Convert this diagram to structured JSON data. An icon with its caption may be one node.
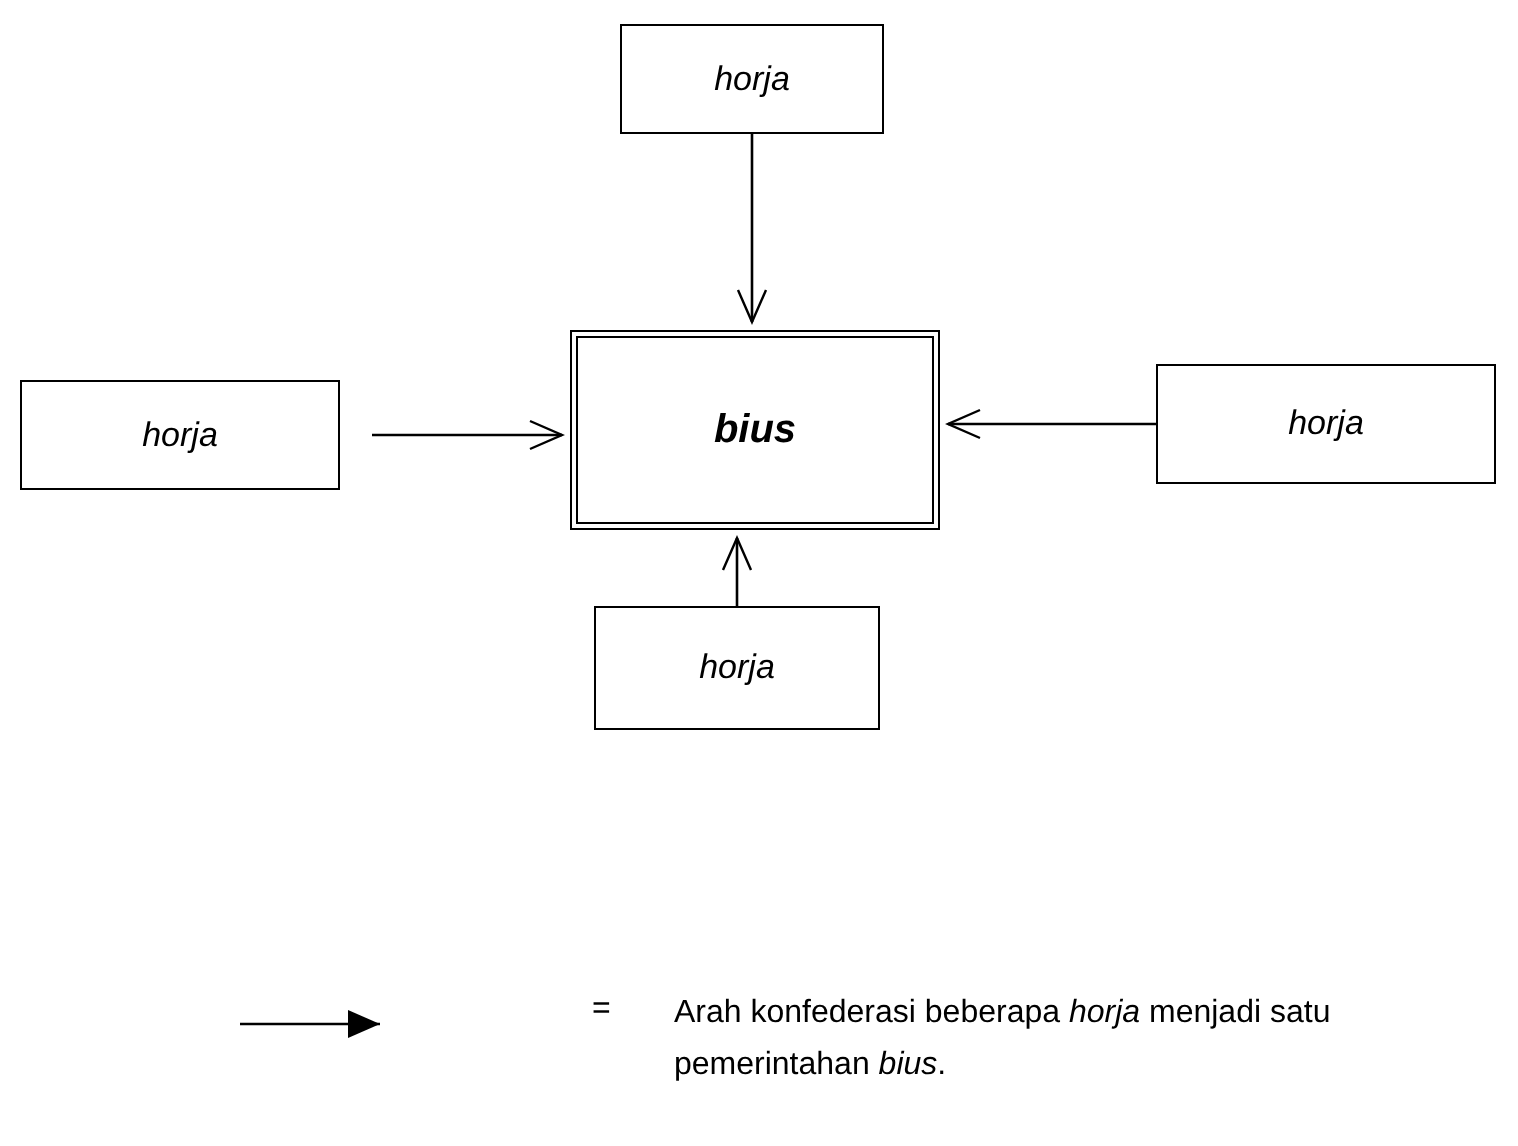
{
  "diagram": {
    "nodes": [
      {
        "text": [
          "bius"
        ]
      },
      {
        "text": [
          "horja"
        ]
      },
      {
        "text": [
          "horja"
        ]
      },
      {
        "text": [
          "horja"
        ]
      },
      {
        "text": [
          "horja"
        ]
      }
    ],
    "edges": [
      {
        "from": 1,
        "to": 0,
        "arrow": "to"
      },
      {
        "from": 2,
        "to": 0,
        "arrow": "to"
      },
      {
        "from": 3,
        "to": 0,
        "arrow": "to"
      },
      {
        "from": 4,
        "to": 0,
        "arrow": "to"
      }
    ],
    "labels": [
      "="
    ],
    "legend": [
      {
        "text": "Arah konfederasi beberapa *horja* menjadi satu pemerintahan *bius*."
      }
    ]
  }
}
